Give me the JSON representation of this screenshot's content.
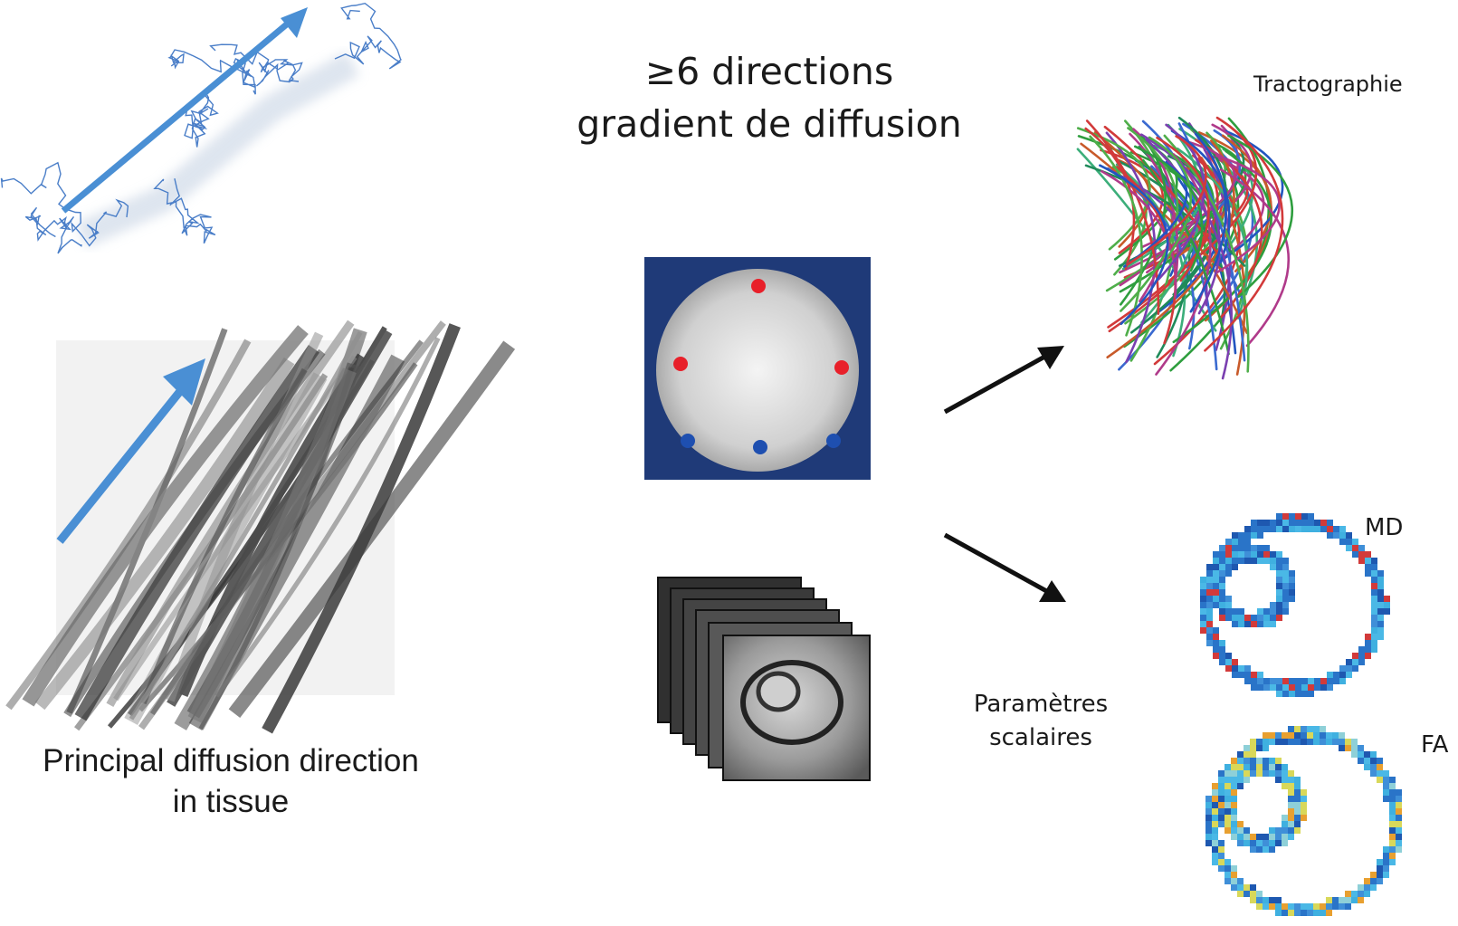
{
  "title": {
    "line1": "≥6 directions",
    "line2": "gradient de diffusion"
  },
  "caption": {
    "line1": "Principal diffusion direction",
    "line2": "in tissue"
  },
  "labels": {
    "tractographie": "Tractographie",
    "md": "MD",
    "fa": "FA",
    "parametres_line1": "Paramètres",
    "parametres_line2": "scalaires"
  },
  "colors": {
    "arrow_blue": "#4a8fd4",
    "sphere_bg": "#1f3a78",
    "red_dot": "#e8202a",
    "blue_dot": "#1e4fb0",
    "map_blue": "#2a74c8",
    "map_cyan": "#3fb0e0"
  }
}
